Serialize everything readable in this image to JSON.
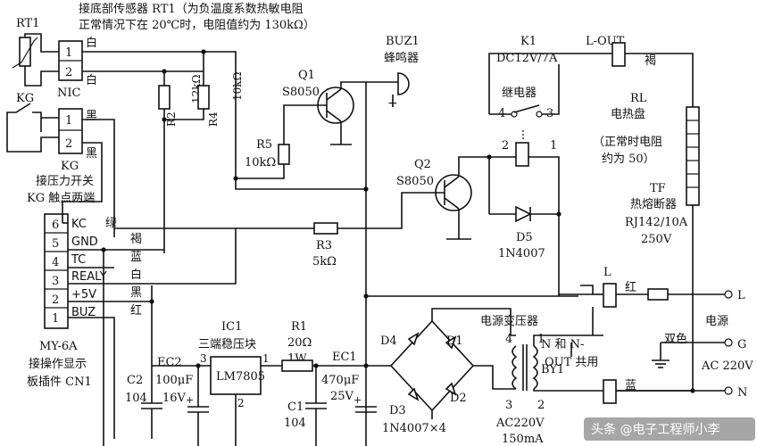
{
  "title_rt1": "接底部传感器 RT1（为负温度系数热敏电阻",
  "title_rt1_line2": "正常情况下在 20℃时，电阻值约为 130kΩ）",
  "rt1": {
    "ref": "RT1",
    "pins": [
      "1",
      "2"
    ],
    "name": "NIC",
    "wire1": "白",
    "wire2": "白"
  },
  "kg": {
    "ref": "KG",
    "pins": [
      "1",
      "2"
    ],
    "name": "KG",
    "wire1": "黑",
    "wire2": "黑",
    "desc1": "接压力开关",
    "desc2": "KG 触点两端"
  },
  "r2": {
    "ref": "R2",
    "value": "12kΩ"
  },
  "r4": {
    "ref": "R4",
    "value": "10kΩ"
  },
  "r5": {
    "ref": "R5",
    "value": "10kΩ"
  },
  "r3": {
    "ref": "R3",
    "value": "5kΩ"
  },
  "r1": {
    "ref": "R1",
    "value": "20Ω",
    "power": "1W"
  },
  "q1": {
    "ref": "Q1",
    "type": "S8050"
  },
  "q2": {
    "ref": "Q2",
    "type": "S8050"
  },
  "buz": {
    "ref": "BUZ1",
    "name": "蜂鸣器",
    "plus": "+"
  },
  "k1": {
    "ref": "K1",
    "rating": "DC12V/7A",
    "name": "继电器",
    "pin4": "4",
    "pin3": "3",
    "pin2": "2",
    "pin1": "1"
  },
  "d5": {
    "ref": "D5",
    "type": "1N4007"
  },
  "lout": {
    "label": "L-OUT",
    "wire": "褐"
  },
  "rl": {
    "ref": "RL",
    "name": "电热盘",
    "desc1": "（正常时电阻",
    "desc2": "约为 50）"
  },
  "tf": {
    "ref": "TF",
    "name": "热熔断器",
    "type": "RJ142/10A",
    "voltage": "250V"
  },
  "connector": {
    "ref": "MY-6A",
    "desc1": "接操作显示",
    "desc2": "板插件 CN1",
    "pins": [
      {
        "num": "6",
        "name": "KC",
        "wire": "绿"
      },
      {
        "num": "5",
        "name": "GND",
        "wire": "褐"
      },
      {
        "num": "4",
        "name": "TC",
        "wire": "蓝"
      },
      {
        "num": "3",
        "name": "REALY",
        "wire": "白"
      },
      {
        "num": "2",
        "name": "+5V",
        "wire": "黑"
      },
      {
        "num": "1",
        "name": "BUZ",
        "wire": "红"
      }
    ]
  },
  "ic1": {
    "ref": "IC1",
    "name": "三端稳压块",
    "part": "LM7805",
    "pin1": "1",
    "pin2": "2",
    "pin3": "3"
  },
  "c2": {
    "ref": "C2",
    "value": "104"
  },
  "ec2": {
    "ref": "EC2",
    "value": "100μF",
    "voltage": "16V"
  },
  "c1": {
    "ref": "C1",
    "value": "104"
  },
  "ec1": {
    "ref": "EC1",
    "value": "470μF",
    "voltage": "25V"
  },
  "bridge": {
    "d1": "D1",
    "d2": "D2",
    "d3": "D3",
    "d4": "D4",
    "type": "1N4007×4"
  },
  "transformer": {
    "label": "电源变压器",
    "ref": "BY1",
    "p1": "1",
    "p2": "2",
    "p3": "3",
    "p4": "4",
    "spec1": "AC220V",
    "spec2": "150mA"
  },
  "mains": {
    "label": "电源",
    "l": "L",
    "g": "G",
    "n": "N",
    "voltage": "AC 220V",
    "l_terminal": "L",
    "l_wire": "红",
    "n_wire": "蓝",
    "shared1": "N 和 N-",
    "shared2": "OUT 共用",
    "ground": "双色"
  },
  "watermark": "头条 @电子工程师小李"
}
